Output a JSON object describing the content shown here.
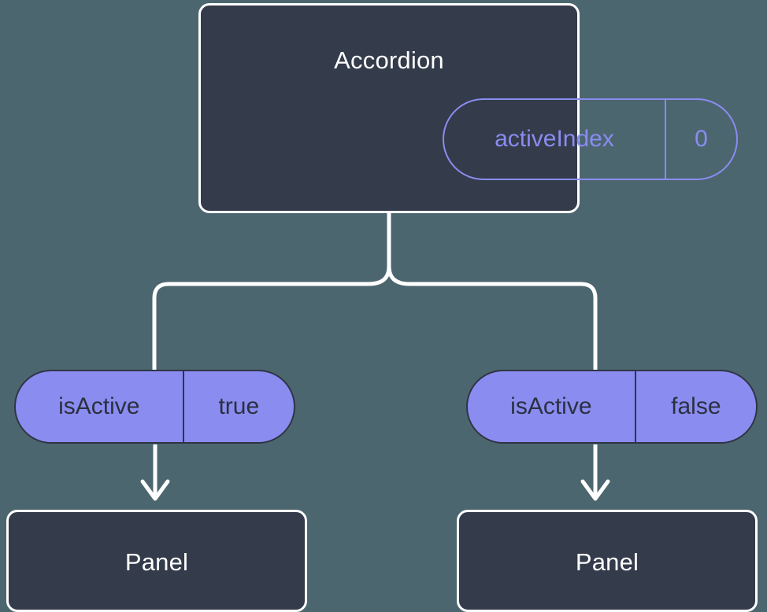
{
  "diagram": {
    "background_color": "#4c6670",
    "node_fill": "#343b4b",
    "node_border": "#ffffff",
    "accent_color": "#8a8cf0",
    "connector_color": "#ffffff"
  },
  "root": {
    "title": "Accordion",
    "prop": {
      "key": "activeIndex",
      "value": "0"
    }
  },
  "branches": [
    {
      "prop": {
        "key": "isActive",
        "value": "true"
      },
      "child": {
        "title": "Panel"
      },
      "arrow_icon": "arrow-down-icon"
    },
    {
      "prop": {
        "key": "isActive",
        "value": "false"
      },
      "child": {
        "title": "Panel"
      },
      "arrow_icon": "arrow-down-icon"
    }
  ]
}
